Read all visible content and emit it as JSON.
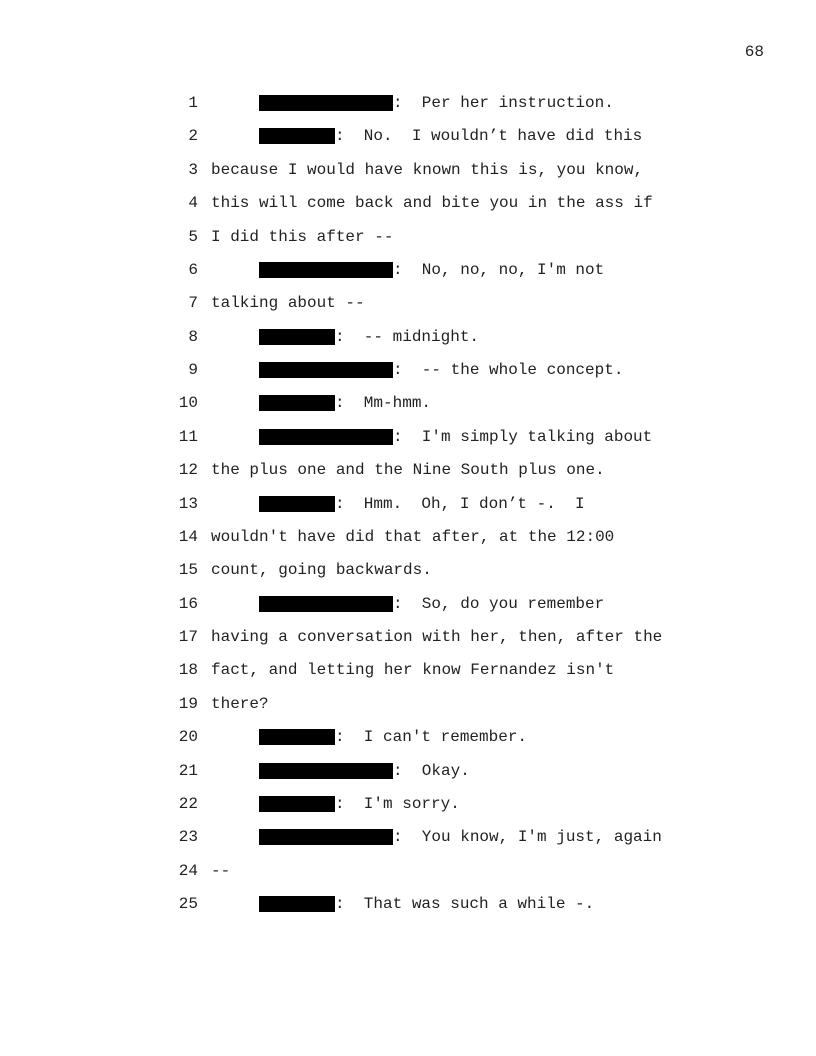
{
  "page_number": "68",
  "lines": [
    {
      "n": "1",
      "speaker": "long",
      "text": ":  Per her instruction."
    },
    {
      "n": "2",
      "speaker": "short",
      "text": ":  No.  I wouldn’t have did this"
    },
    {
      "n": "3",
      "speaker": null,
      "text": "because I would have known this is, you know,"
    },
    {
      "n": "4",
      "speaker": null,
      "text": "this will come back and bite you in the ass if"
    },
    {
      "n": "5",
      "speaker": null,
      "text": "I did this after --"
    },
    {
      "n": "6",
      "speaker": "long",
      "text": ":  No, no, no, I'm not"
    },
    {
      "n": "7",
      "speaker": null,
      "text": "talking about --"
    },
    {
      "n": "8",
      "speaker": "short",
      "text": ":  -- midnight."
    },
    {
      "n": "9",
      "speaker": "long",
      "text": ":  -- the whole concept."
    },
    {
      "n": "10",
      "speaker": "short",
      "text": ":  Mm-hmm."
    },
    {
      "n": "11",
      "speaker": "long",
      "text": ":  I'm simply talking about"
    },
    {
      "n": "12",
      "speaker": null,
      "text": "the plus one and the Nine South plus one."
    },
    {
      "n": "13",
      "speaker": "short",
      "text": ":  Hmm.  Oh, I don’t -.  I"
    },
    {
      "n": "14",
      "speaker": null,
      "text": "wouldn't have did that after, at the 12:00"
    },
    {
      "n": "15",
      "speaker": null,
      "text": "count, going backwards."
    },
    {
      "n": "16",
      "speaker": "long",
      "text": ":  So, do you remember"
    },
    {
      "n": "17",
      "speaker": null,
      "text": "having a conversation with her, then, after the"
    },
    {
      "n": "18",
      "speaker": null,
      "text": "fact, and letting her know Fernandez isn't"
    },
    {
      "n": "19",
      "speaker": null,
      "text": "there?"
    },
    {
      "n": "20",
      "speaker": "short",
      "text": ":  I can't remember."
    },
    {
      "n": "21",
      "speaker": "long",
      "text": ":  Okay."
    },
    {
      "n": "22",
      "speaker": "short",
      "text": ":  I'm sorry."
    },
    {
      "n": "23",
      "speaker": "long",
      "text": ":  You know, I'm just, again"
    },
    {
      "n": "24",
      "speaker": null,
      "text": "--"
    },
    {
      "n": "25",
      "speaker": "short",
      "text": ":  That was such a while -."
    }
  ]
}
